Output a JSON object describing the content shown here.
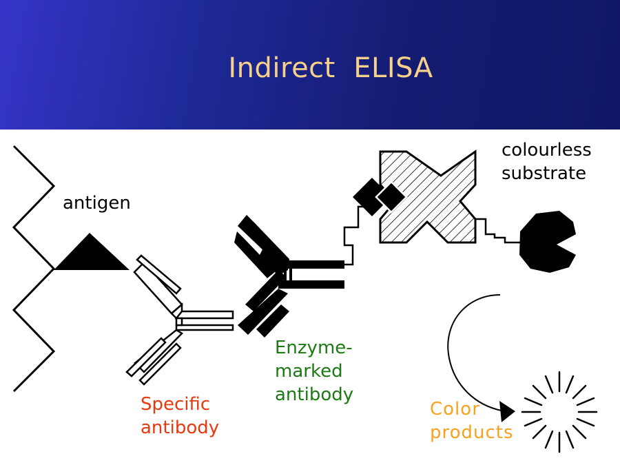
{
  "slide": {
    "title": "Indirect  ELISA",
    "labels": {
      "antigen": "antigen",
      "substrate": "colourless substrate",
      "specific_antibody": "Specific antibody",
      "enzyme_antibody": "Enzyme-marked antibody",
      "color_products": "Color products"
    },
    "colors": {
      "header_start": "#3535c8",
      "header_end": "#101866",
      "title": "#f7d08a",
      "specific_antibody": "#e8380e",
      "enzyme_antibody": "#1b7a12",
      "color_products": "#f7a21e"
    }
  }
}
